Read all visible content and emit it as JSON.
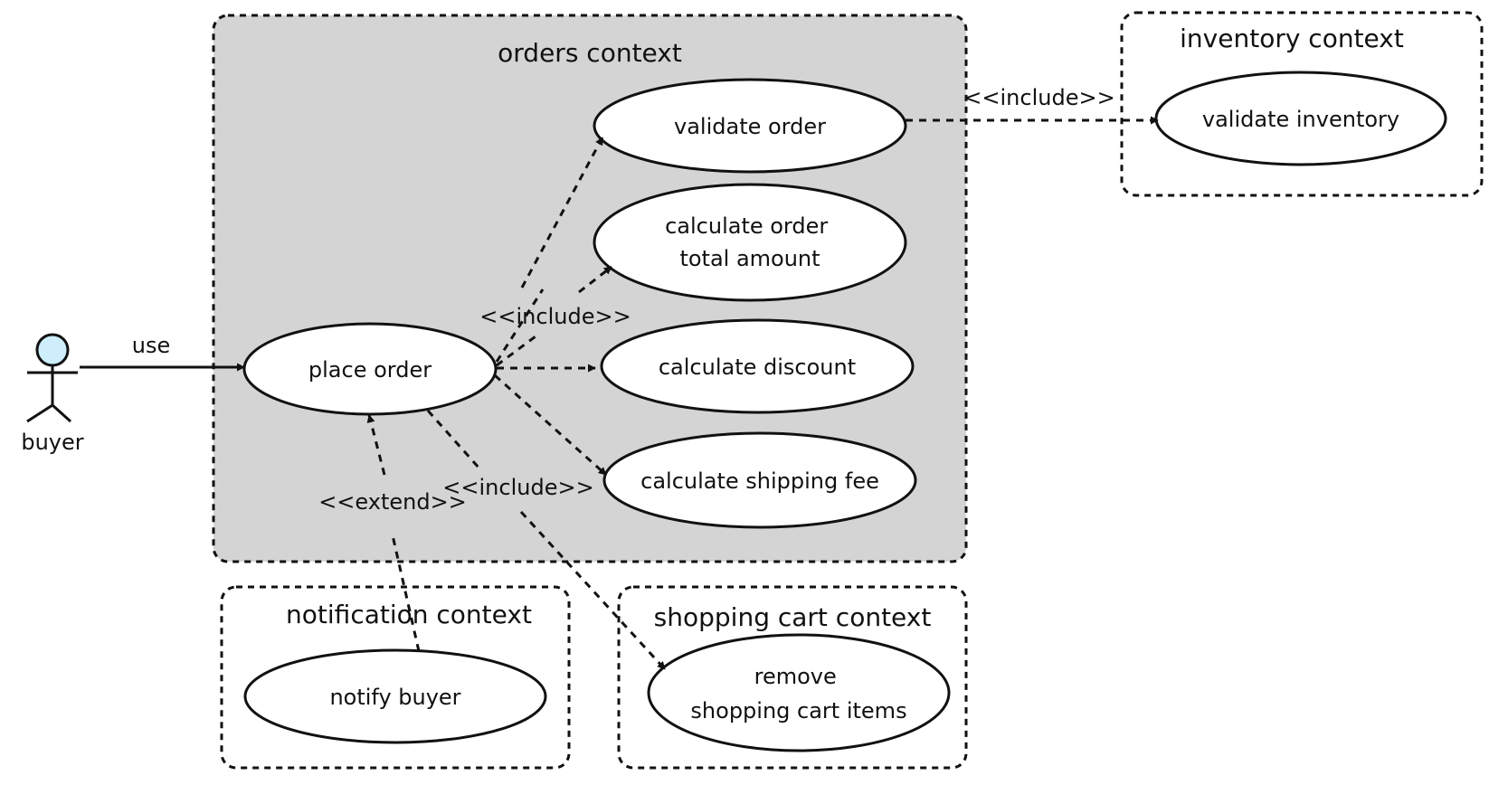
{
  "actor": {
    "label": "buyer",
    "head_color": "#cdeefa"
  },
  "contexts": {
    "orders": {
      "title": "orders context",
      "fill": "#d4d4d4"
    },
    "inventory": {
      "title": "inventory context"
    },
    "notification": {
      "title": "notification context"
    },
    "shopping_cart": {
      "title": "shopping cart context"
    }
  },
  "use_cases": {
    "place_order": [
      "place order"
    ],
    "validate_order": [
      "validate order"
    ],
    "calculate_total": [
      "calculate order",
      "total amount"
    ],
    "calculate_discount": [
      "calculate discount"
    ],
    "calculate_shipping": [
      "calculate shipping fee"
    ],
    "validate_inventory": [
      "validate inventory"
    ],
    "notify_buyer": [
      "notify buyer"
    ],
    "remove_cart_items": [
      "remove",
      "shopping cart items"
    ]
  },
  "relations": {
    "use": "use",
    "include_orders": "<<include>>",
    "include_inventory": "<<include>>",
    "include_cart": "<<include>>",
    "extend": "<<extend>>"
  }
}
